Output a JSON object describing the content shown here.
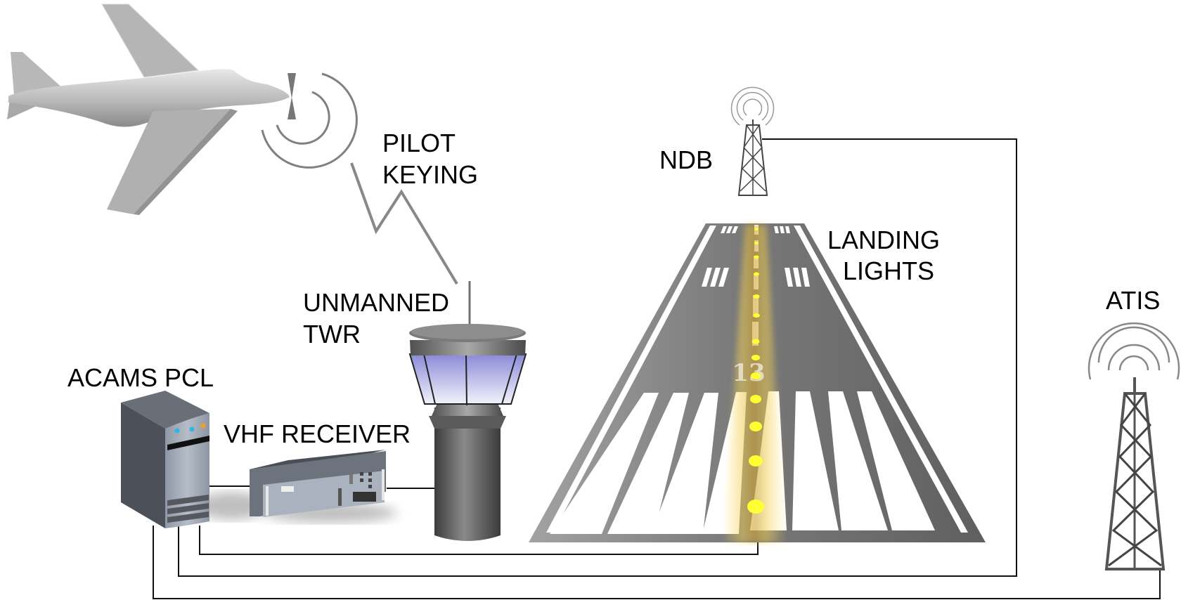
{
  "diagram": {
    "title": "ACAMS pilot-controlled lighting system",
    "labels": {
      "pilot_keying": [
        "PILOT",
        "KEYING"
      ],
      "ndb": "NDB",
      "landing_lights": [
        "LANDING",
        "LIGHTS"
      ],
      "atis": "ATIS",
      "unmanned_twr": [
        "UNMANNED",
        "TWR"
      ],
      "acams_pcl": "ACAMS PCL",
      "vhf_receiver": "VHF RECEIVER"
    },
    "runway": {
      "number": "13"
    },
    "nodes": [
      {
        "id": "aircraft",
        "icon": "airplane-icon"
      },
      {
        "id": "ndb",
        "icon": "radio-tower-icon"
      },
      {
        "id": "atis",
        "icon": "radio-tower-icon"
      },
      {
        "id": "unmanned_twr",
        "icon": "control-tower-icon"
      },
      {
        "id": "acams_pcl",
        "icon": "server-icon"
      },
      {
        "id": "vhf_receiver",
        "icon": "receiver-box-icon"
      },
      {
        "id": "landing_lights",
        "icon": "runway-icon"
      }
    ],
    "connections": [
      {
        "from": "aircraft",
        "to": "unmanned_twr",
        "type": "radio"
      },
      {
        "from": "unmanned_twr",
        "to": "vhf_receiver",
        "type": "wire"
      },
      {
        "from": "vhf_receiver",
        "to": "acams_pcl",
        "type": "wire"
      },
      {
        "from": "acams_pcl",
        "to": "landing_lights",
        "type": "wire"
      },
      {
        "from": "acams_pcl",
        "to": "ndb",
        "type": "wire"
      },
      {
        "from": "acams_pcl",
        "to": "atis",
        "type": "wire"
      }
    ],
    "colors": {
      "lights": "#ffee22",
      "glass": "#8f8fdc",
      "runway": "#6e6e6e"
    }
  }
}
